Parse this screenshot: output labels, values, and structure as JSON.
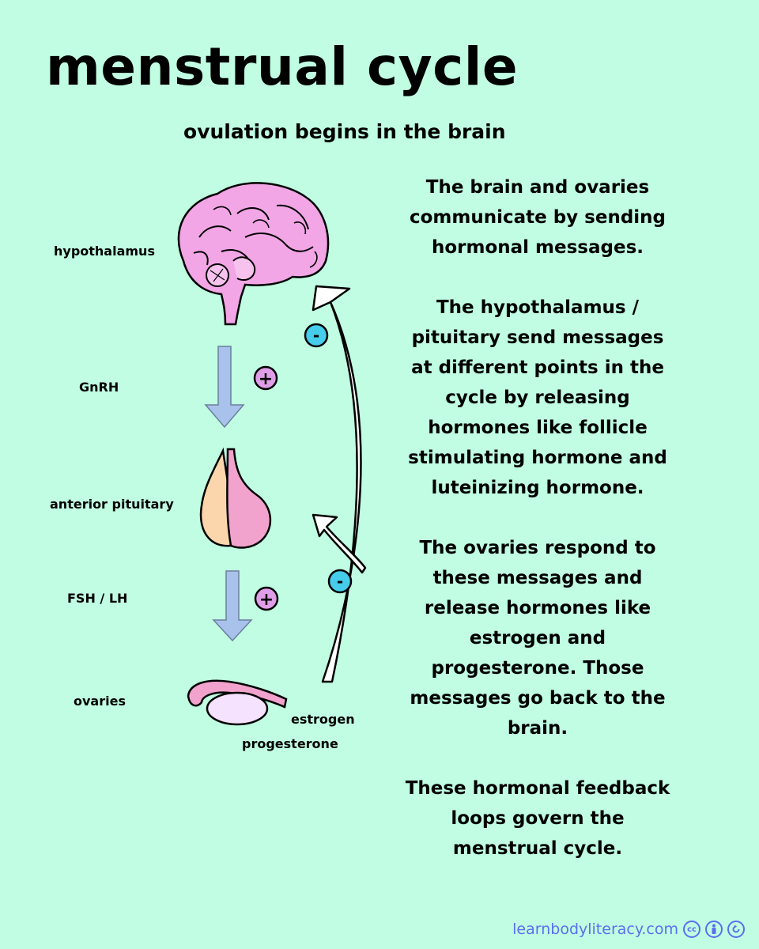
{
  "title": "menstrual cycle",
  "subtitle": "ovulation begins in the brain",
  "labels": {
    "hypothalamus": "hypothalamus",
    "gnrh": "GnRH",
    "anterior_pituitary": "anterior pituitary",
    "fsh_lh": "FSH / LH",
    "ovaries": "ovaries",
    "estrogen": "estrogen",
    "progesterone": "progesterone"
  },
  "signs": {
    "plus": "+",
    "minus": "-"
  },
  "paragraphs": [
    "The brain and ovaries communicate by sending hormonal messages.",
    "The hypothalamus / pituitary send messages at different points in the cycle by releasing hormones like follicle stimulating hormone and luteinizing hormone.",
    "The ovaries respond to these messages and release hormones like estrogen and progesterone. Those messages go back to the brain.",
    "These hormonal feedback loops govern the menstrual cycle."
  ],
  "footer": {
    "site": "learnbodyliteracy.com",
    "license_icons": [
      "cc-icon",
      "by-icon",
      "sa-icon"
    ]
  },
  "colors": {
    "background": "#c0fde2",
    "brain_pink": "#f2a6e6",
    "arrow_blue": "#a8c2ec",
    "plus_fill": "#e09ee8",
    "minus_fill": "#46cdeb",
    "pituitary_peach": "#fbd6ad",
    "pituitary_pink": "#f2a3cd",
    "link_blue": "#5b6ff0"
  }
}
